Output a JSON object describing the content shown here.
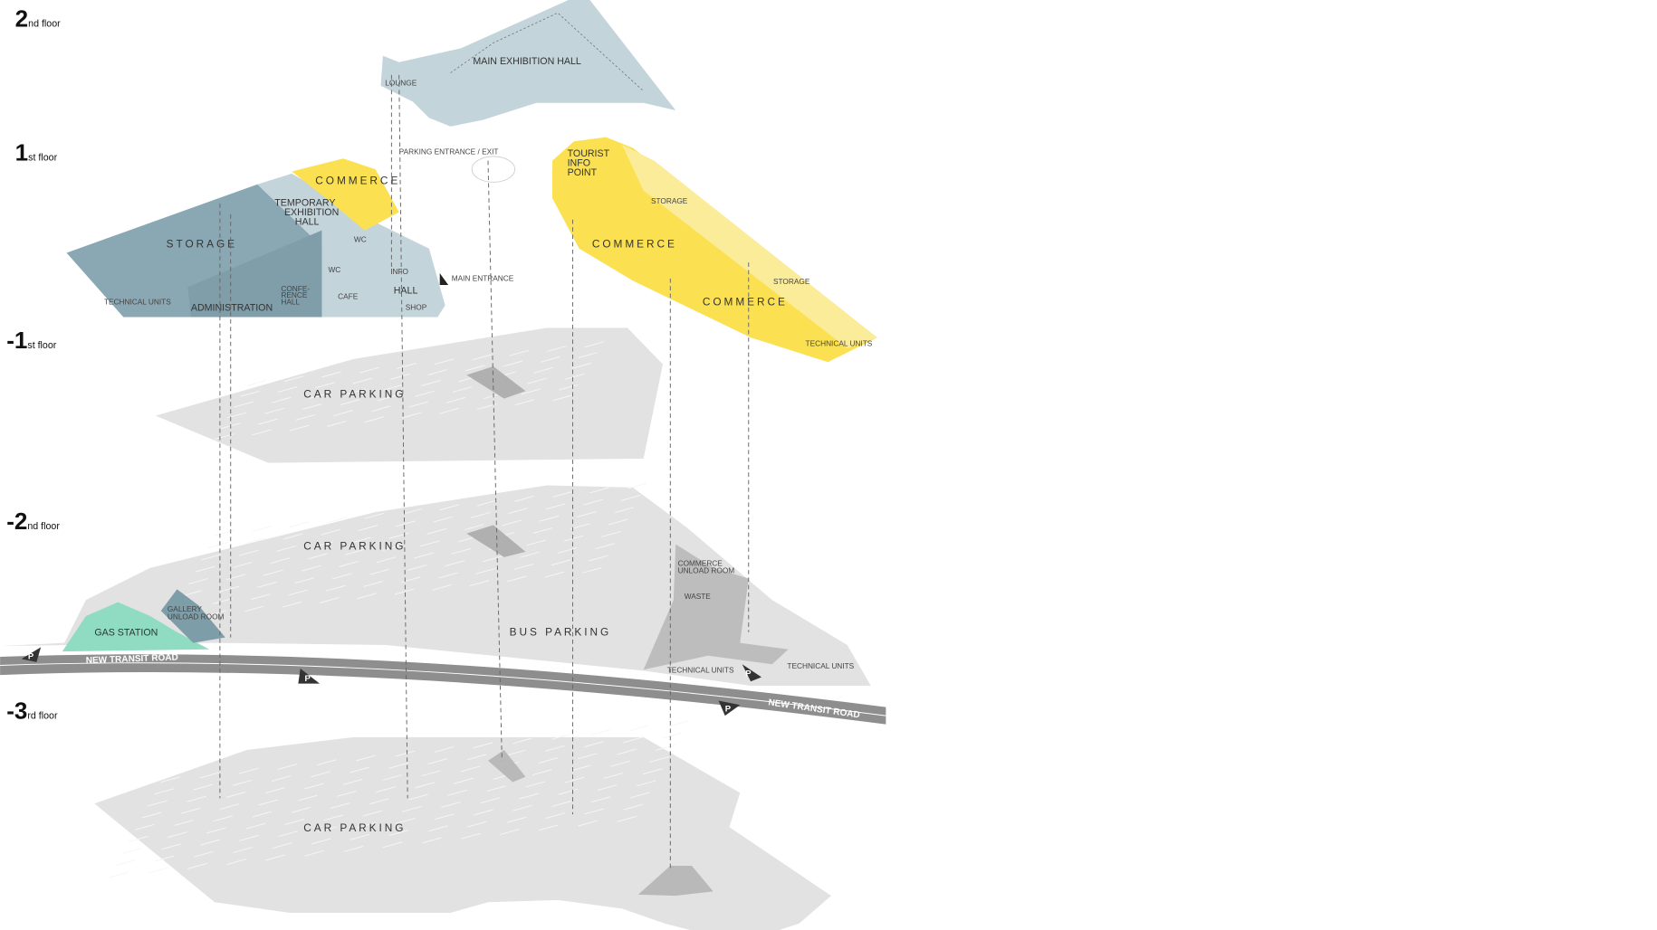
{
  "floors": [
    {
      "number": "2",
      "suffix": "nd floor"
    },
    {
      "number": "1",
      "suffix": "st floor"
    },
    {
      "number": "-1",
      "suffix": "st floor"
    },
    {
      "number": "-2",
      "suffix": "nd floor"
    },
    {
      "number": "-3",
      "suffix": "rd floor"
    }
  ],
  "floor2": {
    "hall": "MAIN EXHIBITION HALL",
    "lounge": "LOUNGE"
  },
  "floor1": {
    "parking_entrance": "PARKING ENTRANCE / EXIT",
    "main_entrance": "MAIN ENTRANCE",
    "commerce_left": "COMMERCE",
    "temp_hall": [
      "TEMPORARY",
      "EXHIBITION",
      "HALL"
    ],
    "storage": "STORAGE",
    "wc1": "WC",
    "wc2": "WC",
    "info": "INFO",
    "hall": "HALL",
    "shop": "SHOP",
    "cafe": "CAFE",
    "conference": [
      "CONFE-",
      "RENCE",
      "HALL"
    ],
    "administration": "ADMINISTRATION",
    "technical_left": "TECHNICAL UNITS",
    "tourist": [
      "TOURIST",
      "INFO",
      "POINT"
    ],
    "storage_r1": "STORAGE",
    "commerce_r1": "COMMERCE",
    "storage_r2": "STORAGE",
    "commerce_r2": "COMMERCE",
    "technical_right": "TECHNICAL UNITS"
  },
  "floor_m1": {
    "car_parking": "CAR PARKING"
  },
  "floor_m2": {
    "car_parking": "CAR PARKING",
    "bus_parking": "BUS PARKING",
    "gas_station": "GAS STATION",
    "gallery_unload": [
      "GALLERY",
      "UNLOAD ROOM"
    ],
    "commerce_unload": [
      "COMMERCE",
      "UNLOAD ROOM"
    ],
    "waste": "WASTE",
    "technical1": "TECHNICAL UNITS",
    "technical2": "TECHNICAL UNITS",
    "road1": "NEW TRANSIT ROAD",
    "road2": "NEW TRANSIT ROAD",
    "parking_sign": "P"
  },
  "floor_m3": {
    "car_parking": "CAR PARKING"
  },
  "colors": {
    "blue_dark": "#8aa8b3",
    "blue_light": "#c3d4da",
    "yellow": "#fbe052",
    "yellow_light": "#fbec9a",
    "gray": "#e2e2e2",
    "green": "#8fdcc2",
    "road": "#8e8e8e"
  }
}
